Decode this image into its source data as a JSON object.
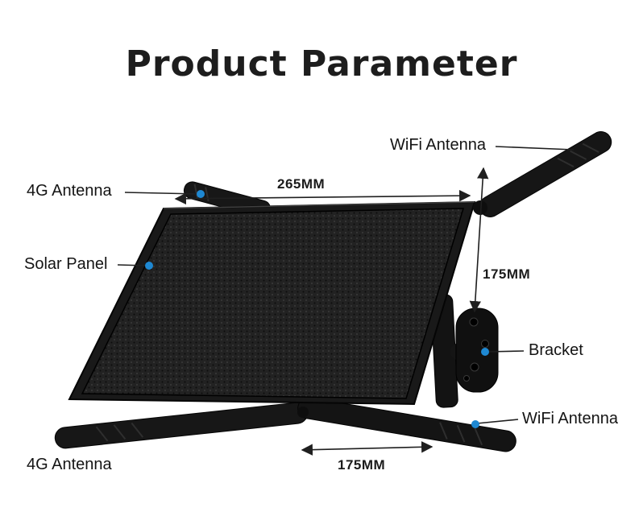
{
  "title": "Product Parameter",
  "callouts": {
    "wifi_top": "WiFi Antenna",
    "fourg_top": "4G Antenna",
    "solar_panel": "Solar Panel",
    "bracket": "Bracket",
    "wifi_bottom": "WiFi Antenna",
    "fourg_bottom": "4G Antenna"
  },
  "measurements": {
    "top_width": "265MM",
    "right_height": "175MM",
    "bottom_width": "175MM"
  },
  "colors": {
    "accent_dot": "#1e88d2",
    "line": "#1f1f1f",
    "device": "#161616",
    "background": "#ffffff"
  }
}
